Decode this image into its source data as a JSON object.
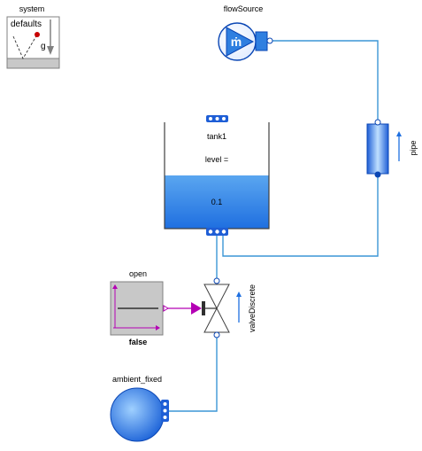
{
  "diagram": {
    "components": {
      "system": {
        "name": "system",
        "inner_label": "defaults",
        "gravity_label": "g"
      },
      "flowSource": {
        "name": "flowSource",
        "symbol": "ṁ"
      },
      "pipe": {
        "name": "pipe"
      },
      "tank": {
        "name": "tank1",
        "level_label": "level =",
        "level_value": "0.1"
      },
      "open": {
        "name": "open",
        "value": "false"
      },
      "valve": {
        "name": "valveDiscrete"
      },
      "ambient": {
        "name": "ambient_fixed"
      }
    },
    "colors": {
      "fluid_connection": "#3c96d6",
      "signal_connection": "#b400b4",
      "component_blue": "#2f7fe0",
      "component_dark_blue": "#0a46b4",
      "outline": "#404040"
    }
  }
}
